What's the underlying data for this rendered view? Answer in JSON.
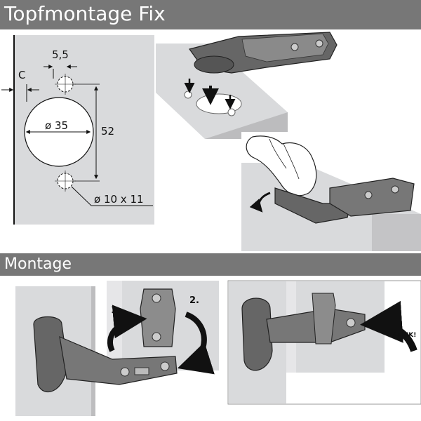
{
  "header": {
    "title": "Topfmontage Fix"
  },
  "section2": {
    "title": "Montage"
  },
  "drilling": {
    "c_label": "C",
    "dist_label": "5,5",
    "cup_label": "ø 35",
    "height_label": "52",
    "pin_label": "ø 10 x 11"
  },
  "mounting": {
    "step1": "1.",
    "step2": "2.",
    "click": "CLICK!"
  },
  "colors": {
    "band": "#777777",
    "panel": "#d9dadc",
    "arrow": "#222222"
  }
}
